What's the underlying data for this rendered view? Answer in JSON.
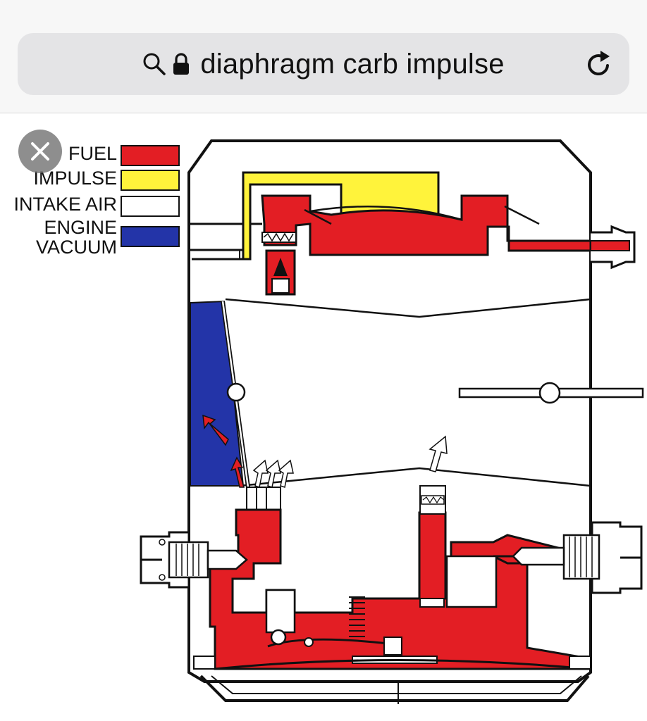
{
  "browser": {
    "url_text": "diaphragm carb impulse",
    "search_icon": "search-icon",
    "lock_icon": "lock-icon",
    "reload_icon": "reload-icon"
  },
  "viewer": {
    "close_icon": "close-icon"
  },
  "legend": {
    "fuel": {
      "label": "FUEL",
      "color": "#e31e24"
    },
    "impulse": {
      "label": "IMPULSE",
      "color": "#fff33b"
    },
    "intake_air": {
      "label": "INTAKE AIR",
      "color": "#ffffff"
    },
    "engine_vacuum": {
      "label_line1": "ENGINE",
      "label_line2": "VACUUM",
      "color": "#2334a8"
    }
  }
}
